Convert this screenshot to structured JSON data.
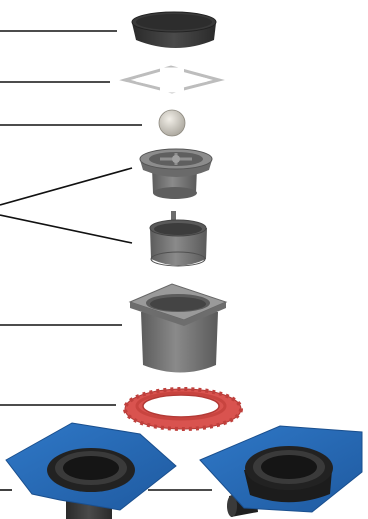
{
  "diagram": {
    "type": "exploded-view",
    "components": [
      {
        "id": "lid",
        "icon": "round-cover-icon"
      },
      {
        "id": "grate-frame",
        "icon": "square-frame-icon"
      },
      {
        "id": "ball",
        "icon": "float-ball-icon"
      },
      {
        "id": "odour-trap-cup",
        "icon": "trap-cup-icon"
      },
      {
        "id": "inner-sleeve",
        "icon": "sleeve-icon"
      },
      {
        "id": "square-body",
        "icon": "square-body-icon"
      },
      {
        "id": "sealing-ring",
        "icon": "red-ring-icon"
      },
      {
        "id": "membrane-drain-vertical",
        "icon": "blue-membrane-drain-icon"
      },
      {
        "id": "membrane-drain-horizontal",
        "icon": "blue-membrane-side-outlet-icon"
      }
    ],
    "colors": {
      "leader": "#111111",
      "grey_dark": "#4a4a4a",
      "grey_mid": "#7a7a7a",
      "grey_light": "#9c9c9c",
      "ball": "#d8d4cc",
      "seal_red": "#d9534f",
      "membrane_blue": "#2b6cb8",
      "membrane_dark": "#1f4f8c",
      "drain_black": "#1c1c1c"
    }
  }
}
